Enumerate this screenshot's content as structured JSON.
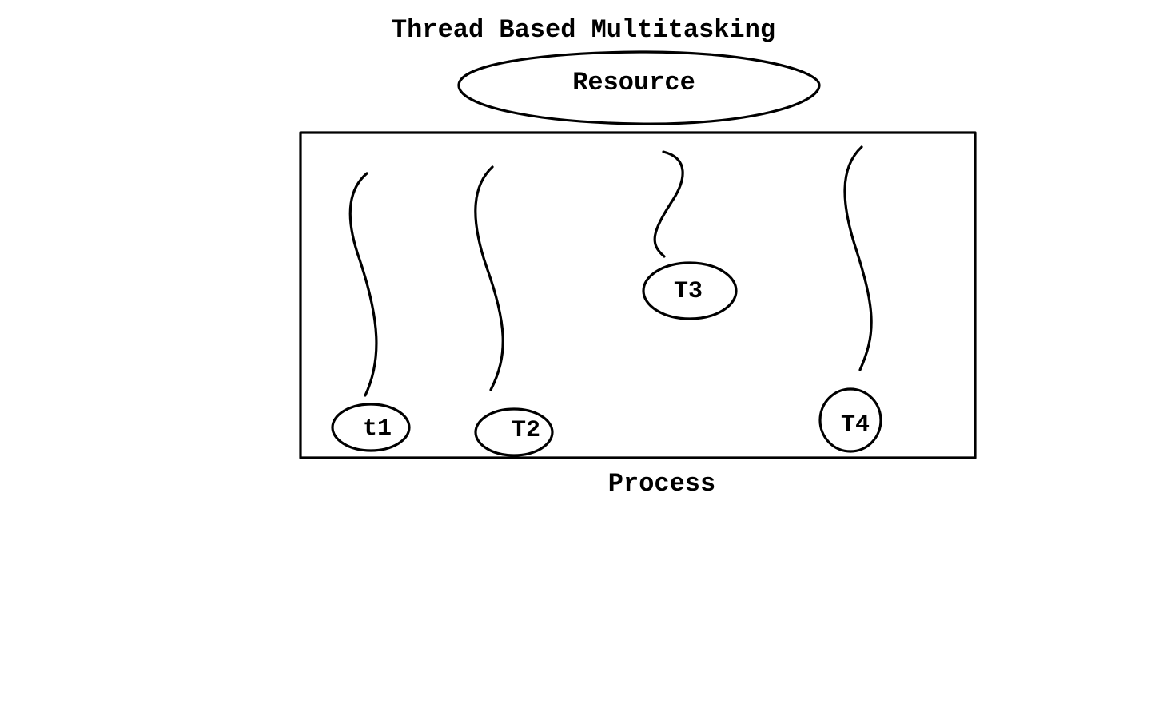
{
  "title": "Thread Based Multitasking",
  "resource": {
    "label": "Resource"
  },
  "process": {
    "label": "Process"
  },
  "threads": [
    {
      "id": "t1",
      "label": "t1"
    },
    {
      "id": "T2",
      "label": "T2"
    },
    {
      "id": "T3",
      "label": "T3"
    },
    {
      "id": "T4",
      "label": "T4"
    }
  ],
  "colors": {
    "ink": "#000000",
    "background": "#ffffff"
  }
}
